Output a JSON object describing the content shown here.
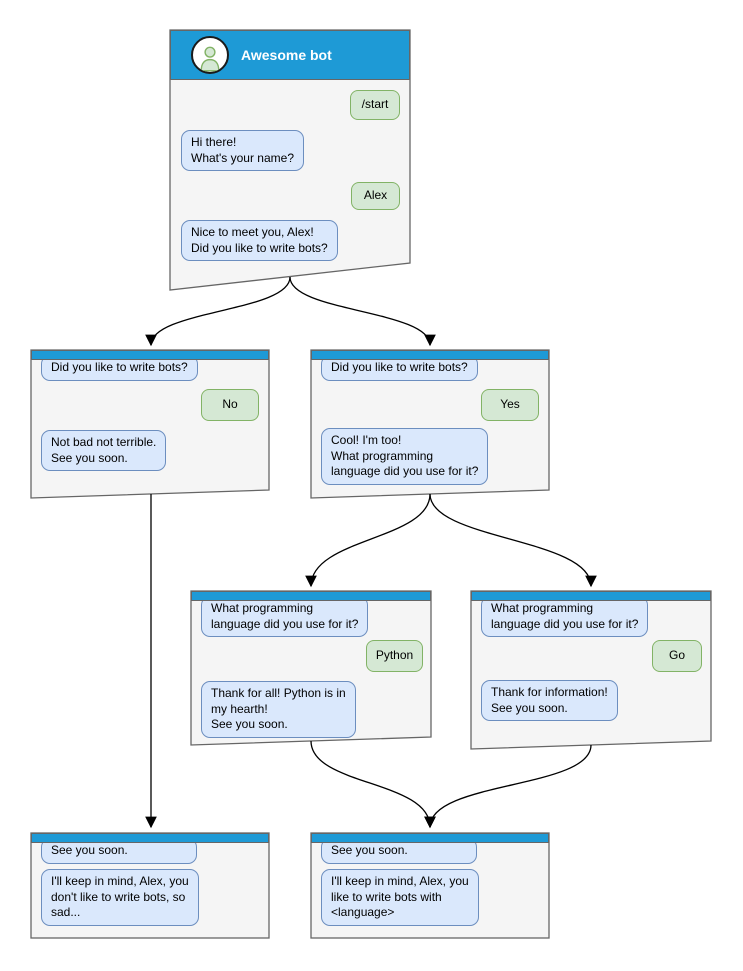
{
  "diagram": {
    "type": "chatbot-conversation-flowchart",
    "colors": {
      "titlebar_blue": "#1E9AD6",
      "window_fill": "#F5F5F5",
      "window_stroke": "#666666",
      "bot_bubble_fill": "#DAE8FC",
      "bot_bubble_stroke": "#6C8EBF",
      "user_bubble_fill": "#D5E8D4",
      "user_bubble_stroke": "#82B366",
      "arrow": "#000000"
    },
    "windows": [
      {
        "id": "main",
        "title": "Awesome bot",
        "messages": [
          {
            "from": "user",
            "text": "/start"
          },
          {
            "from": "bot",
            "text": "Hi there!\nWhat's your name?"
          },
          {
            "from": "user",
            "text": "Alex"
          },
          {
            "from": "bot",
            "text": "Nice to meet you, Alex!\nDid you like to write bots?"
          }
        ]
      },
      {
        "id": "branch-no",
        "messages": [
          {
            "from": "bot",
            "text": "Did you like to write bots?"
          },
          {
            "from": "user",
            "text": "No"
          },
          {
            "from": "bot",
            "text": "Not bad not terrible.\nSee you soon."
          }
        ]
      },
      {
        "id": "branch-yes",
        "messages": [
          {
            "from": "bot",
            "text": "Did you like to write bots?"
          },
          {
            "from": "user",
            "text": "Yes"
          },
          {
            "from": "bot",
            "text": "Cool! I'm too!\nWhat programming\nlanguage did you use for it?"
          }
        ]
      },
      {
        "id": "branch-python",
        "messages": [
          {
            "from": "bot",
            "text": "What programming\nlanguage did you use for it?"
          },
          {
            "from": "user",
            "text": "Python"
          },
          {
            "from": "bot",
            "text": "Thank for all! Python is in\nmy hearth!\nSee you soon."
          }
        ]
      },
      {
        "id": "branch-go",
        "messages": [
          {
            "from": "bot",
            "text": "What programming\nlanguage did you use for it?"
          },
          {
            "from": "user",
            "text": "Go"
          },
          {
            "from": "bot",
            "text": "Thank for information!\nSee you soon."
          }
        ]
      },
      {
        "id": "end-no",
        "messages": [
          {
            "from": "bot",
            "text": "See you soon."
          },
          {
            "from": "bot",
            "text": "I'll keep in mind, Alex, you\ndon't like to write bots, so\nsad..."
          }
        ]
      },
      {
        "id": "end-yes",
        "messages": [
          {
            "from": "bot",
            "text": "See you soon."
          },
          {
            "from": "bot",
            "text": "I'll keep in mind, Alex, you\nlike to write bots with\n<language>"
          }
        ]
      }
    ],
    "edges": [
      {
        "from": "main",
        "to": "branch-no"
      },
      {
        "from": "main",
        "to": "branch-yes"
      },
      {
        "from": "branch-no",
        "to": "end-no"
      },
      {
        "from": "branch-yes",
        "to": "branch-python"
      },
      {
        "from": "branch-yes",
        "to": "branch-go"
      },
      {
        "from": "branch-python",
        "to": "end-yes"
      },
      {
        "from": "branch-go",
        "to": "end-yes"
      }
    ]
  }
}
